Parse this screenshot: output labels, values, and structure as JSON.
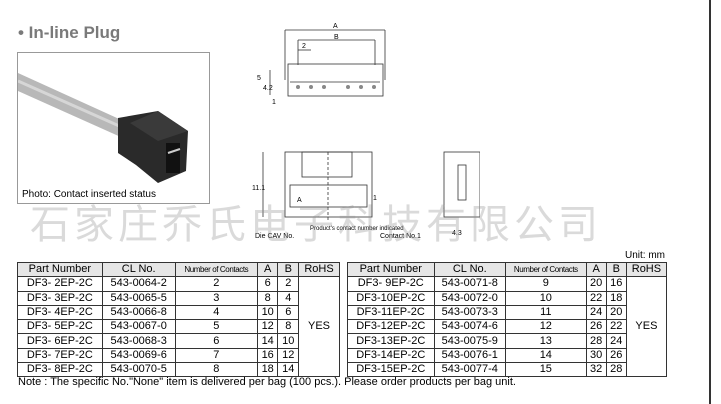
{
  "title": "• In-line Plug",
  "photo_caption": "Photo: Contact inserted status",
  "watermark": "石家庄乔氏电子科技有限公司",
  "drawing": {
    "dim_A": "A",
    "dim_B": "B",
    "dim_2": "2",
    "dim_5": "5",
    "dim_42": "4.2",
    "dim_1": "1",
    "dim_111": "11.1",
    "dim_43": "4.3",
    "label_die": "Die CAV No.",
    "label_product": "Product's contact number indicated",
    "label_contact1": "Contact No.1",
    "mark_A": "A",
    "mark_1": "1"
  },
  "unit": "Unit: mm",
  "headers": [
    "Part Number",
    "CL No.",
    "Number of Contacts",
    "A",
    "B",
    "RoHS"
  ],
  "rohs": "YES",
  "left_rows": [
    [
      "DF3- 2EP-2C",
      "543-0064-2",
      "2",
      "6",
      "2"
    ],
    [
      "DF3- 3EP-2C",
      "543-0065-5",
      "3",
      "8",
      "4"
    ],
    [
      "DF3- 4EP-2C",
      "543-0066-8",
      "4",
      "10",
      "6"
    ],
    [
      "DF3- 5EP-2C",
      "543-0067-0",
      "5",
      "12",
      "8"
    ],
    [
      "DF3- 6EP-2C",
      "543-0068-3",
      "6",
      "14",
      "10"
    ],
    [
      "DF3- 7EP-2C",
      "543-0069-6",
      "7",
      "16",
      "12"
    ],
    [
      "DF3- 8EP-2C",
      "543-0070-5",
      "8",
      "18",
      "14"
    ]
  ],
  "right_rows": [
    [
      "DF3- 9EP-2C",
      "543-0071-8",
      "9",
      "20",
      "16"
    ],
    [
      "DF3-10EP-2C",
      "543-0072-0",
      "10",
      "22",
      "18"
    ],
    [
      "DF3-11EP-2C",
      "543-0073-3",
      "11",
      "24",
      "20"
    ],
    [
      "DF3-12EP-2C",
      "543-0074-6",
      "12",
      "26",
      "22"
    ],
    [
      "DF3-13EP-2C",
      "543-0075-9",
      "13",
      "28",
      "24"
    ],
    [
      "DF3-14EP-2C",
      "543-0076-1",
      "14",
      "30",
      "26"
    ],
    [
      "DF3-15EP-2C",
      "543-0077-4",
      "15",
      "32",
      "28"
    ]
  ],
  "note": "Note : The specific No.\"None\" item is delivered per bag (100  pcs.). Please order products per bag unit."
}
